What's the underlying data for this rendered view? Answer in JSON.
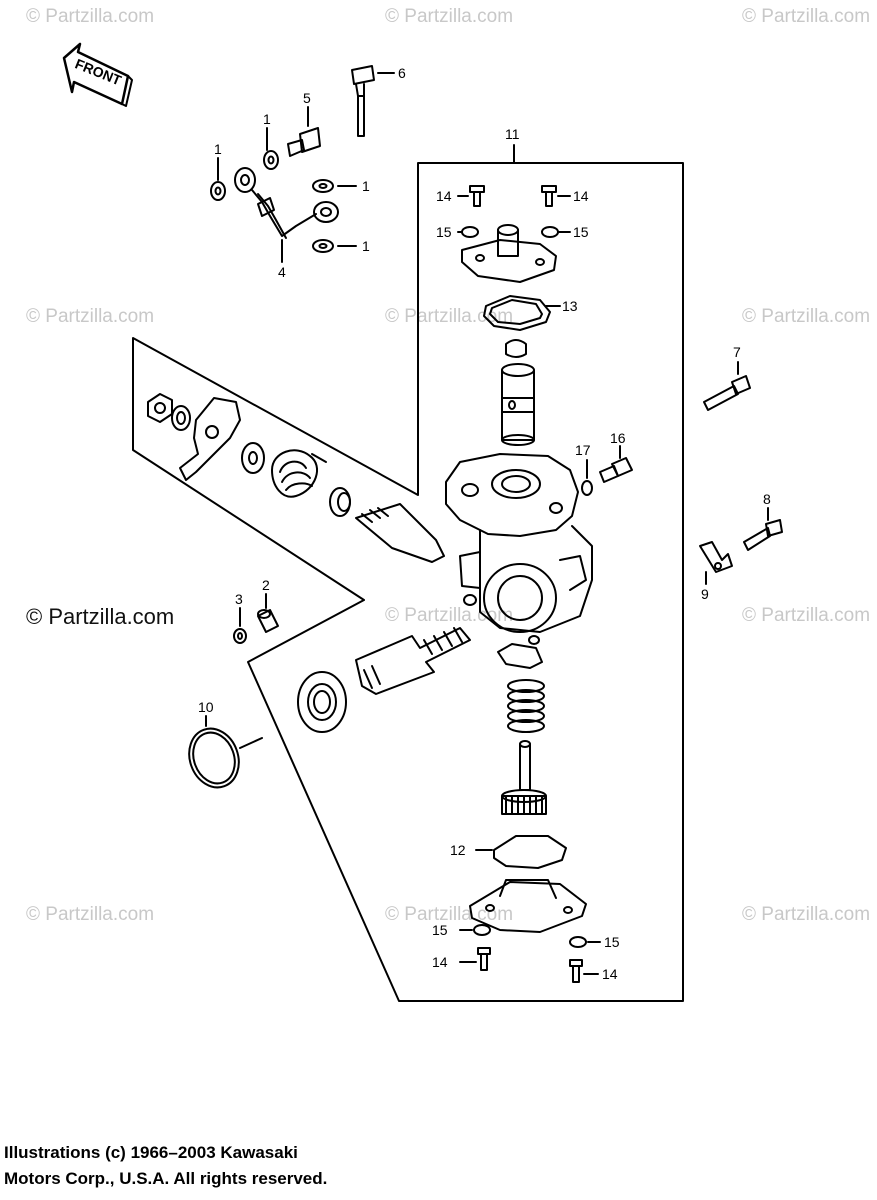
{
  "watermark": "© Partzilla.com",
  "watermark_prominent": "© Partzilla.com",
  "front_label": "FRONT",
  "copyright_lines": [
    "Illustrations (c) 1966–2003 Kawasaki",
    "Motors Corp., U.S.A.  All rights reserved."
  ],
  "callouts": {
    "c1a": "1",
    "c1b": "1",
    "c1c": "1",
    "c1d": "1",
    "c2": "2",
    "c3": "3",
    "c4": "4",
    "c5": "5",
    "c6": "6",
    "c7": "7",
    "c8": "8",
    "c9": "9",
    "c10": "10",
    "c11": "11",
    "c12": "12",
    "c13": "13",
    "c14a": "14",
    "c14b": "14",
    "c14c": "14",
    "c14d": "14",
    "c15a": "15",
    "c15b": "15",
    "c15c": "15",
    "c15d": "15",
    "c16": "16",
    "c17": "17"
  }
}
